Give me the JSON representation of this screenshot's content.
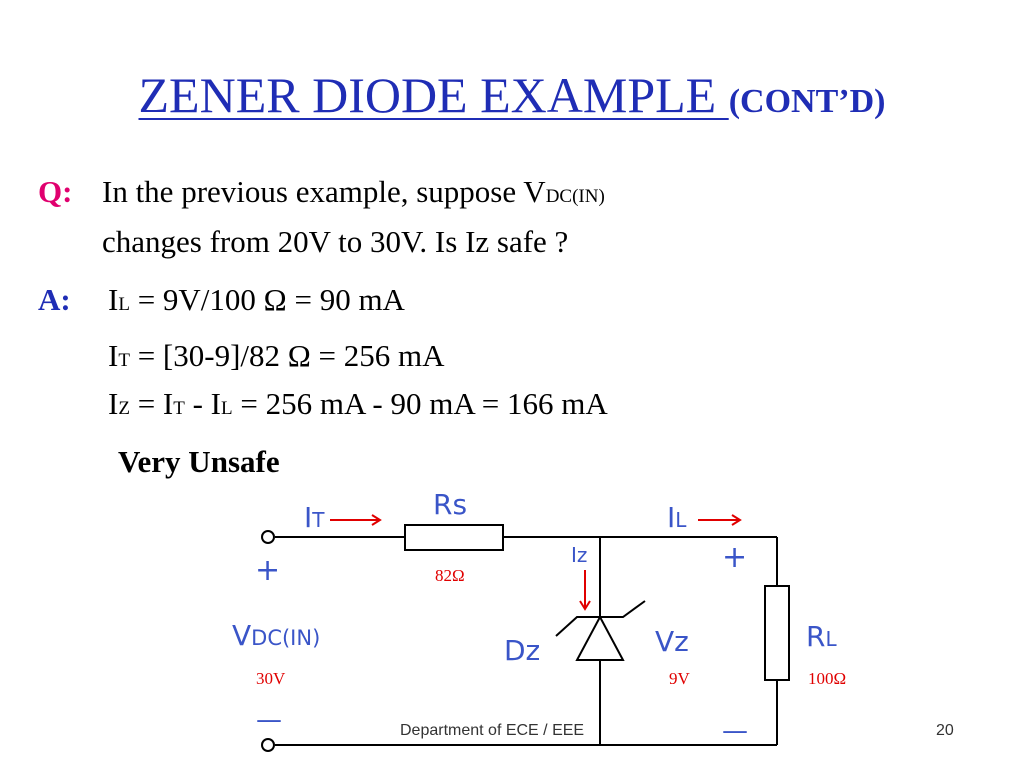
{
  "slide": {
    "title_main": "ZENER DIODE EXAMPLE ",
    "title_sub": "(CONT’D)"
  },
  "question": {
    "label": "Q:",
    "line1_prefix": "In the previous example, suppose V",
    "line1_sub": "DC(IN)",
    "line2": "changes from 20V to 30V.  Is Iz safe ?"
  },
  "answer": {
    "label": "A:",
    "eq1": {
      "var": "I",
      "sub": "L",
      "rest": " = 9V/100 Ω  = 90 mA"
    },
    "eq2": {
      "var": "I",
      "sub": "T",
      "rest": " = [30-9]/82 Ω  = 256 mA"
    },
    "eq3": {
      "v1": "I",
      "s1": "Z",
      "t1": " = I",
      "s2": "T",
      "t2": " - I",
      "s3": "L",
      "t3": " = 256 mA - 90 mA = 166 mA"
    },
    "verdict": "Very Unsafe"
  },
  "circuit": {
    "it_label": "I",
    "it_sub": "T",
    "rs_label": "Rs",
    "rs_value": "82Ω",
    "iz_label": "Iz",
    "il_label": "I",
    "il_sub": "L",
    "plus_left": "+",
    "plus_right": "+",
    "vdc_label": "V",
    "vdc_sub": "DC(IN)",
    "vdc_value": "30V",
    "dz_label": "Dz",
    "vz_label": "Vz",
    "vz_value": "9V",
    "rl_label": "R",
    "rl_sub": "L",
    "rl_value": "100Ω",
    "minus_left": "—",
    "minus_right": "—"
  },
  "footer": {
    "department": "Department of ECE / EEE",
    "page_number": "20"
  },
  "colors": {
    "title_blue": "#1f2db5",
    "q_magenta": "#e0006e",
    "circuit_blue": "#3a55c8",
    "value_red": "#e00000",
    "arrow_red": "#e00000"
  }
}
